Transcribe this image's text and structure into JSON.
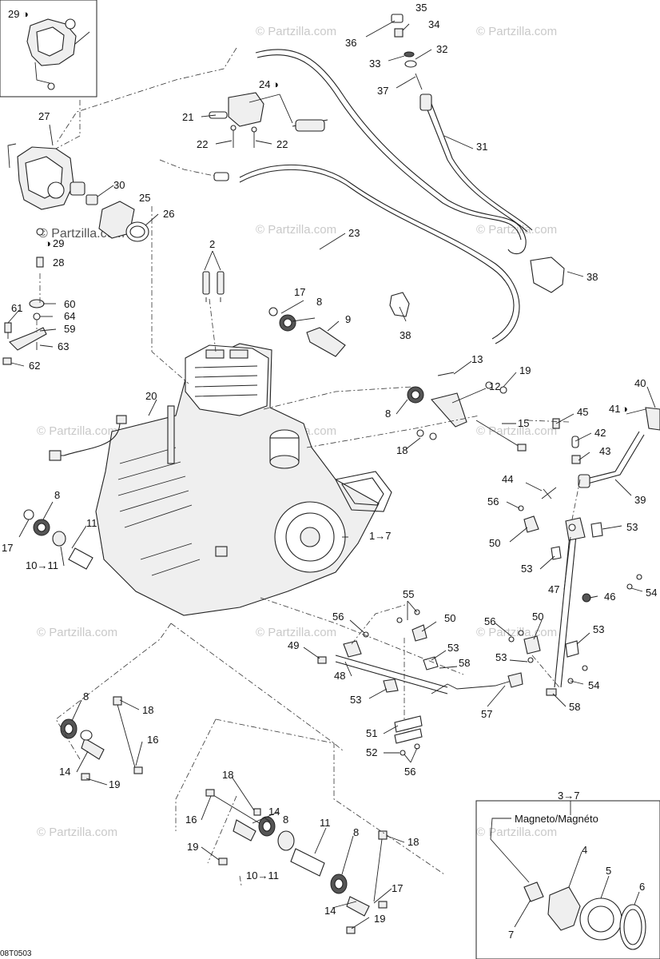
{
  "diagram": {
    "watermark": "© Partzilla.com",
    "footer_code": "08T0503",
    "labels": {
      "l29a": "29",
      "l35": "35",
      "l34": "34",
      "l36": "36",
      "l33": "33",
      "l32": "32",
      "l37": "37",
      "l24": "24",
      "l21": "21",
      "l22a": "22",
      "l22b": "22",
      "l27": "27",
      "l30": "30",
      "l25": "25",
      "l26": "26",
      "l29b": "29",
      "l28": "28",
      "l31": "31",
      "l23": "23",
      "l2": "2",
      "l38a": "38",
      "l38b": "38",
      "l17a": "17",
      "l8a": "8",
      "l9": "9",
      "l61": "61",
      "l60": "60",
      "l64": "64",
      "l59": "59",
      "l63": "63",
      "l62": "62",
      "l13": "13",
      "l19a": "19",
      "l12": "12",
      "l20": "20",
      "l8b": "8",
      "l15": "15",
      "l18a": "18",
      "l40": "40",
      "l41": "41",
      "l45": "45",
      "l42": "42",
      "l43": "43",
      "l44": "44",
      "l39": "39",
      "l56a": "56",
      "l50a": "50",
      "l53a": "53",
      "l8c": "8",
      "l11a": "11",
      "l17b": "17",
      "l1011a": "10→11",
      "l17": "1→7",
      "l53b": "53",
      "l47": "47",
      "l46": "46",
      "l54a": "54",
      "l55": "55",
      "l56b": "56",
      "l50b": "50",
      "l49": "49",
      "l53c": "53",
      "l58a": "58",
      "l48": "48",
      "l56c": "56",
      "l50c": "50",
      "l53d": "53",
      "l53e": "53",
      "l54b": "54",
      "l53f": "53",
      "l57": "57",
      "l58b": "58",
      "l51": "51",
      "l52": "52",
      "l56d": "56",
      "l8d": "8",
      "l18b": "18",
      "l16a": "16",
      "l14a": "14",
      "l19b": "19",
      "l18c": "18",
      "l14b": "14",
      "l8e": "8",
      "l16b": "16",
      "l11b": "11",
      "l8f": "8",
      "l18d": "18",
      "l19c": "19",
      "l1011b": "10→11",
      "l17c": "17",
      "l14c": "14",
      "l19d": "19",
      "l37b": "3→7",
      "magneto_title": "Magneto/Magnéto",
      "l4": "4",
      "l5": "5",
      "l6": "6",
      "l7": "7"
    }
  }
}
